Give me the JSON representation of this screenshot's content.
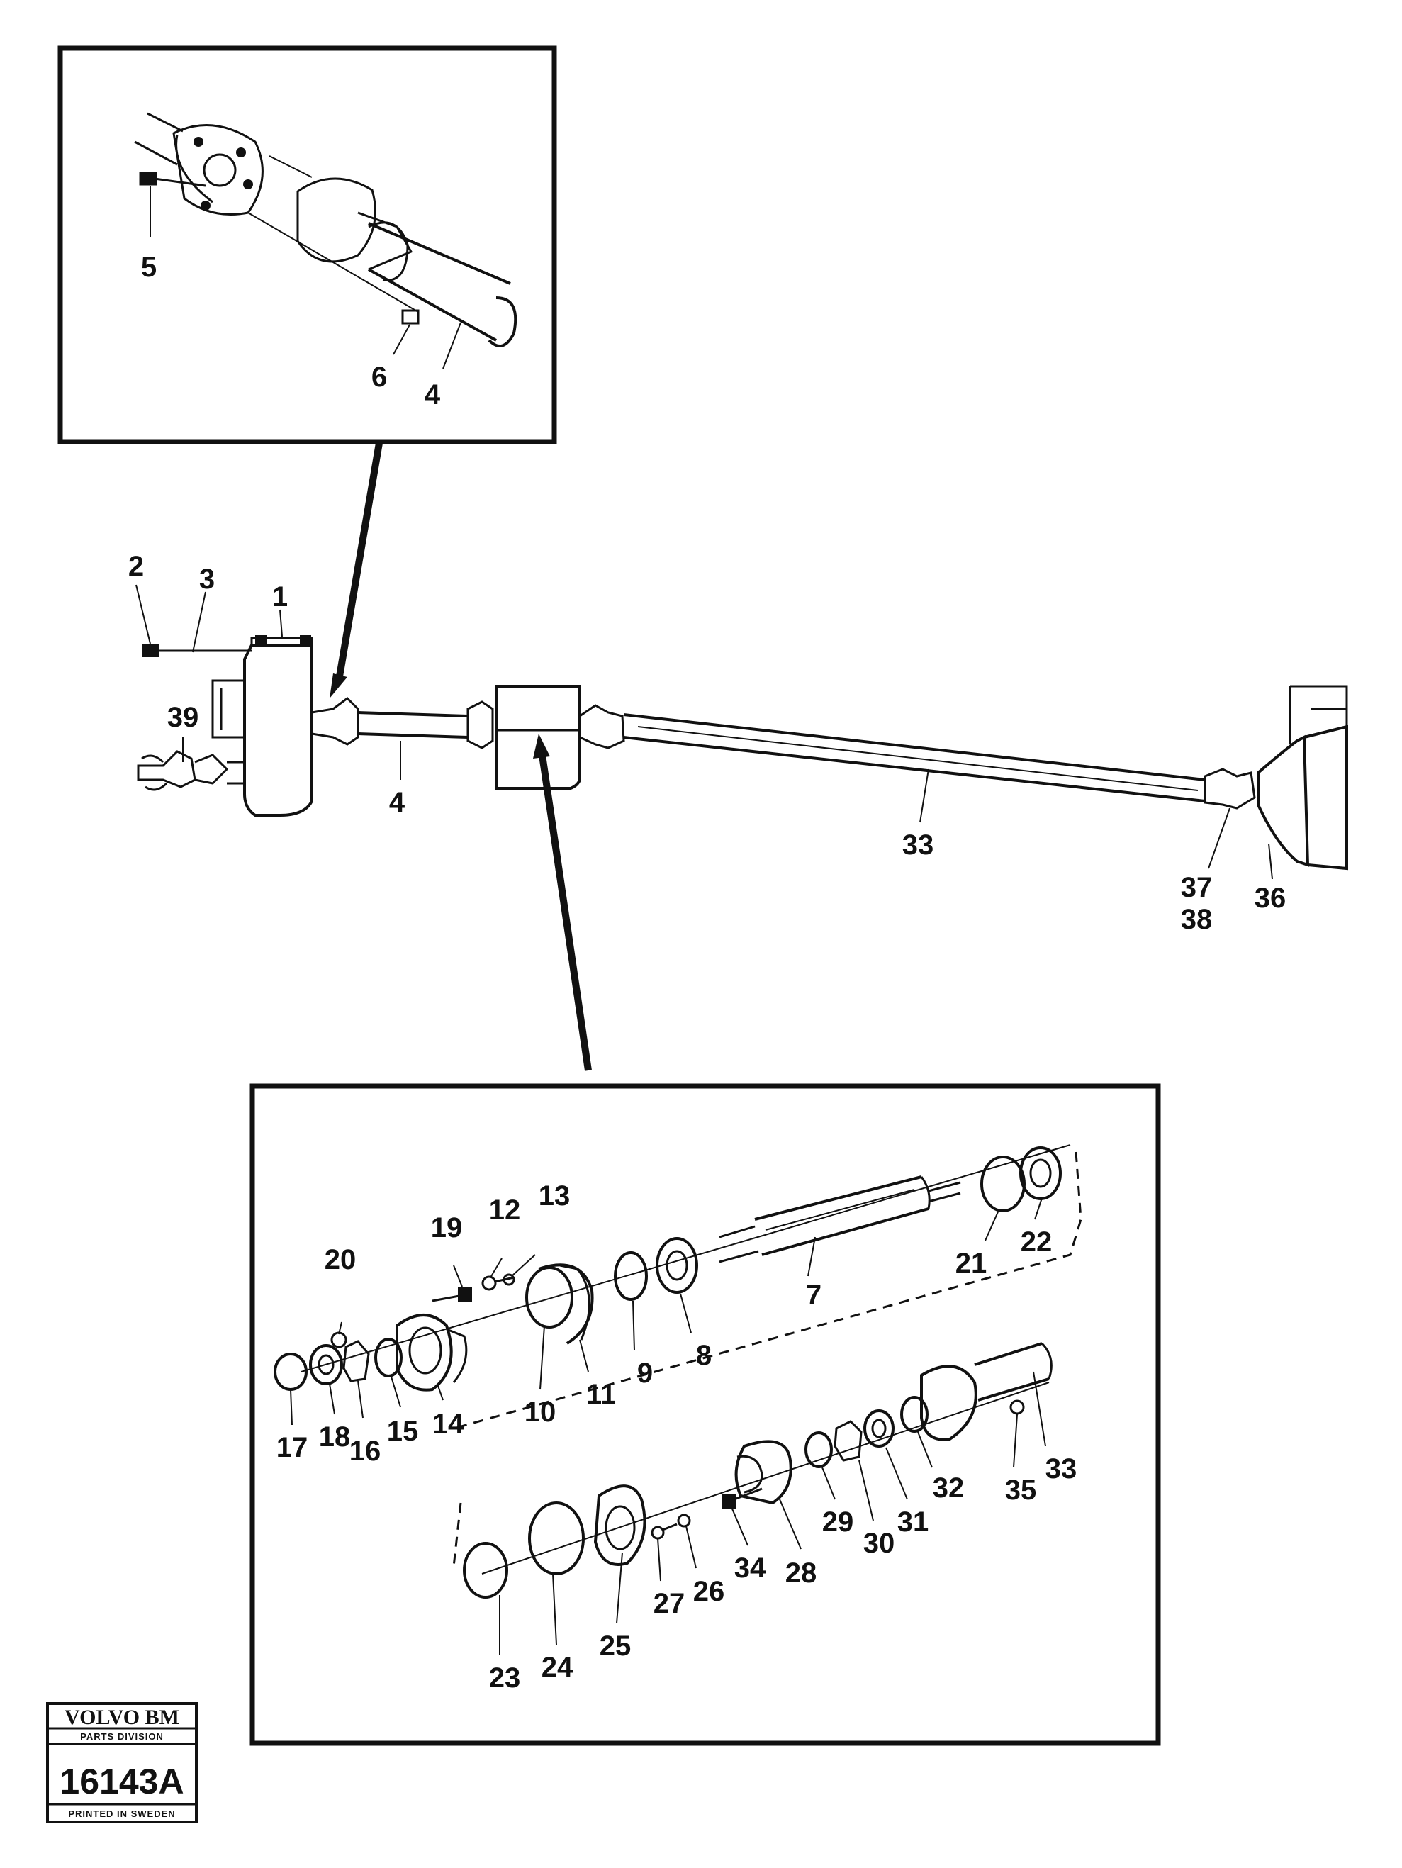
{
  "callouts": [
    {
      "id": "c5",
      "text": "5"
    },
    {
      "id": "c6",
      "text": "6"
    },
    {
      "id": "c4a",
      "text": "4"
    },
    {
      "id": "c2",
      "text": "2"
    },
    {
      "id": "c3",
      "text": "3"
    },
    {
      "id": "c1",
      "text": "1"
    },
    {
      "id": "c39",
      "text": "39"
    },
    {
      "id": "c4b",
      "text": "4"
    },
    {
      "id": "c33a",
      "text": "33"
    },
    {
      "id": "c37",
      "text": "37"
    },
    {
      "id": "c38",
      "text": "38"
    },
    {
      "id": "c36",
      "text": "36"
    },
    {
      "id": "c20",
      "text": "20"
    },
    {
      "id": "c19",
      "text": "19"
    },
    {
      "id": "c12",
      "text": "12"
    },
    {
      "id": "c13",
      "text": "13"
    },
    {
      "id": "c21",
      "text": "21"
    },
    {
      "id": "c22",
      "text": "22"
    },
    {
      "id": "c7",
      "text": "7"
    },
    {
      "id": "c9",
      "text": "9"
    },
    {
      "id": "c8",
      "text": "8"
    },
    {
      "id": "c10",
      "text": "10"
    },
    {
      "id": "c11",
      "text": "11"
    },
    {
      "id": "c17",
      "text": "17"
    },
    {
      "id": "c18",
      "text": "18"
    },
    {
      "id": "c16",
      "text": "16"
    },
    {
      "id": "c15",
      "text": "15"
    },
    {
      "id": "c14",
      "text": "14"
    },
    {
      "id": "c29",
      "text": "29"
    },
    {
      "id": "c30",
      "text": "30"
    },
    {
      "id": "c31",
      "text": "31"
    },
    {
      "id": "c32",
      "text": "32"
    },
    {
      "id": "c35",
      "text": "35"
    },
    {
      "id": "c33b",
      "text": "33"
    },
    {
      "id": "c34",
      "text": "34"
    },
    {
      "id": "c28",
      "text": "28"
    },
    {
      "id": "c26",
      "text": "26"
    },
    {
      "id": "c27",
      "text": "27"
    },
    {
      "id": "c25",
      "text": "25"
    },
    {
      "id": "c24",
      "text": "24"
    },
    {
      "id": "c23",
      "text": "23"
    }
  ],
  "stamp": {
    "brand": "VOLVO BM",
    "division": "PARTS DIVISION",
    "number": "16143A",
    "origin": "PRINTED IN SWEDEN"
  },
  "colors": {
    "ink": "#111111",
    "paper": "#ffffff"
  }
}
